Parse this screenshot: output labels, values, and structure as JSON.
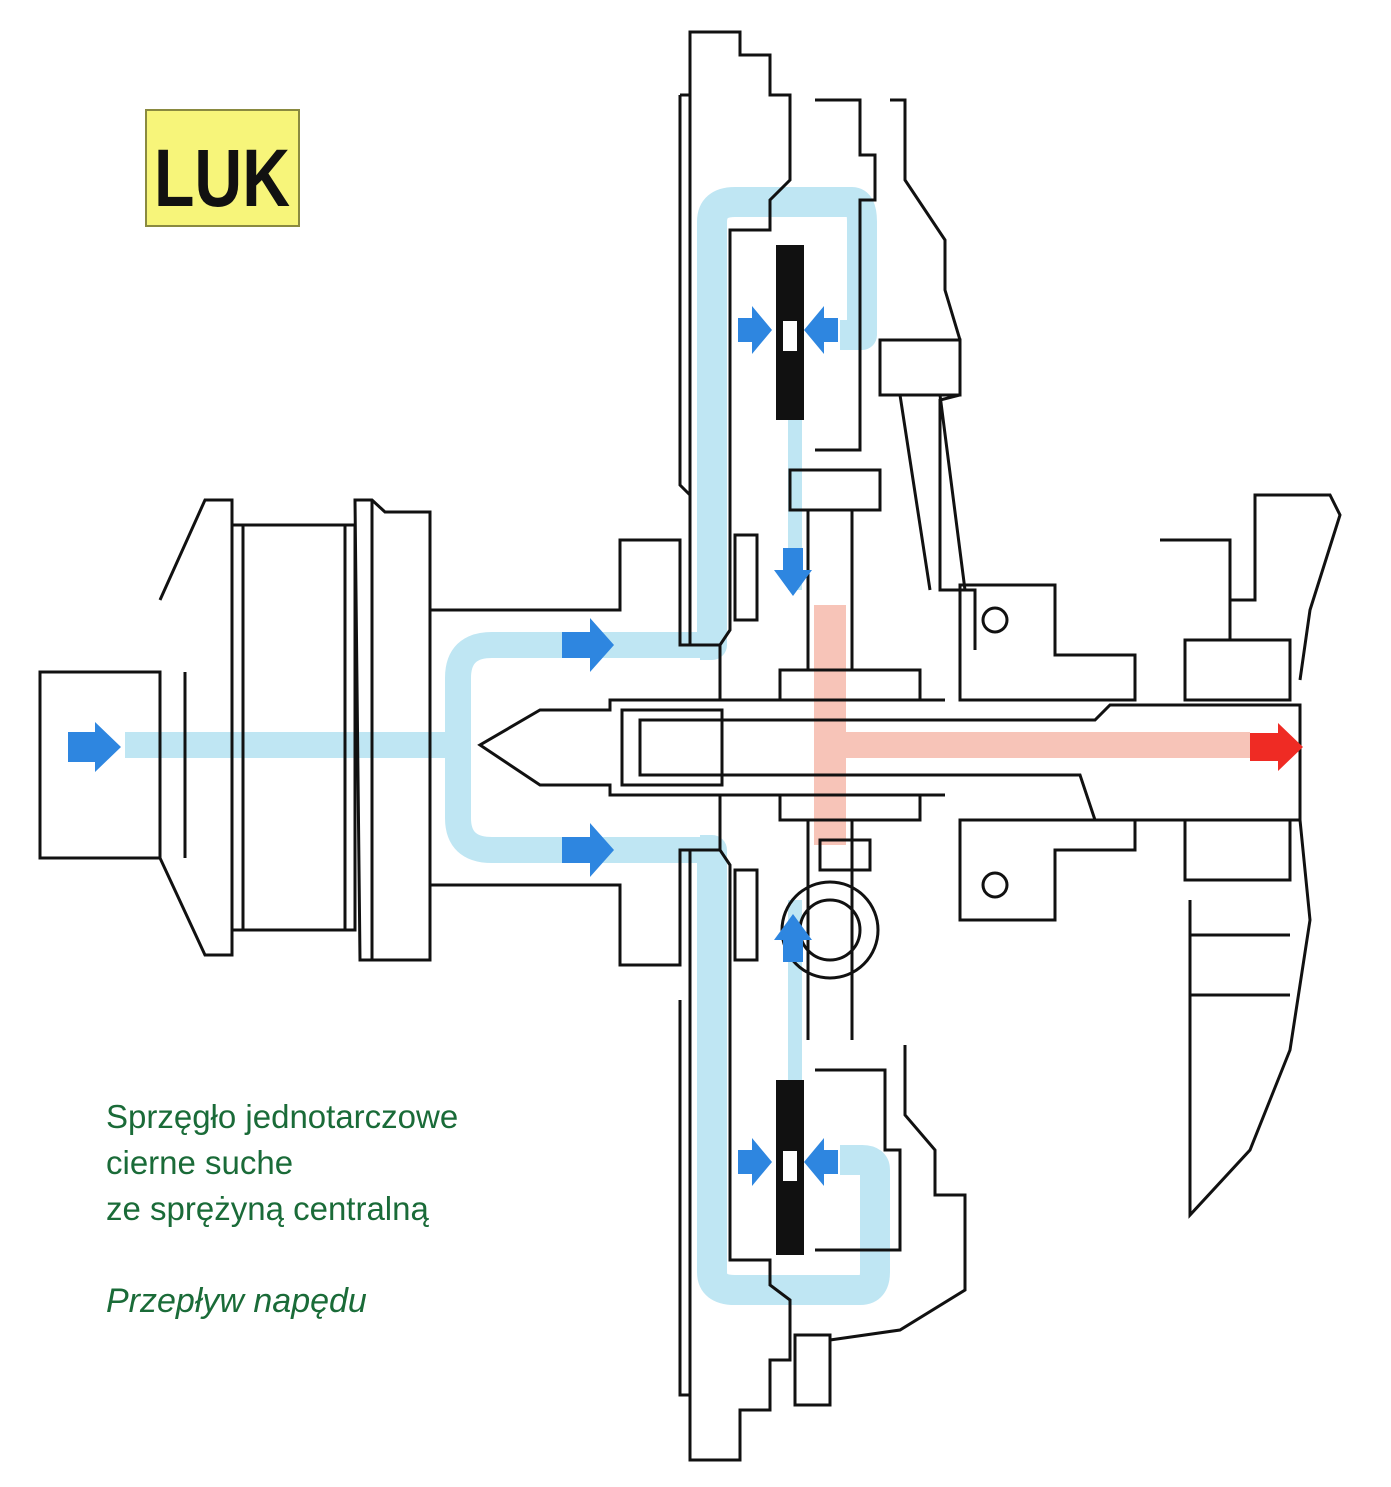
{
  "logo": {
    "text": "LUK",
    "background": "#f7f57a",
    "border": "#8a8a40",
    "ink": "#111111"
  },
  "caption": {
    "lines": [
      "Sprzęgło jednotarczowe",
      "cierne suche",
      "ze sprężyną centralną"
    ],
    "subtitle": "Przepływ napędu",
    "color": "#1a6b38"
  },
  "colors": {
    "outline": "#111111",
    "flow_in": "#bfe6f3",
    "arrow_in": "#2e86e0",
    "flow_out": "#f7c4b8",
    "arrow_out": "#ef2b24",
    "friction": "#111111"
  }
}
